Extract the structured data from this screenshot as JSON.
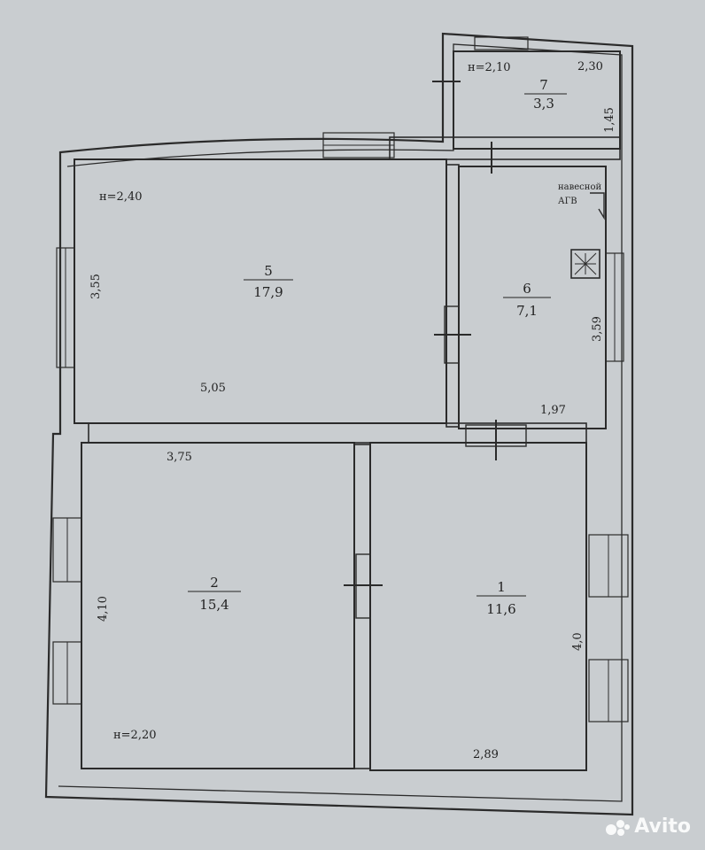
{
  "rooms": [
    {
      "id": "1",
      "area": "11,6"
    },
    {
      "id": "2",
      "area": "15,4"
    },
    {
      "id": "5",
      "area": "17,9"
    },
    {
      "id": "6",
      "area": "7,1"
    },
    {
      "id": "7",
      "area": "3,3"
    }
  ],
  "dimensions": {
    "r7_h": "н=2,10",
    "r7_w": "2,30",
    "r7_d": "1,45",
    "r5_h": "н=2,40",
    "r5_d": "3,55",
    "r5_w": "5,05",
    "r6_d": "3,59",
    "r6_w": "1,97",
    "r2_w": "3,75",
    "r2_d": "4,10",
    "r2_h": "н=2,20",
    "r1_d": "4,0",
    "r1_w": "2,89"
  },
  "fixture": {
    "line1": "навесной",
    "line2": "АГВ"
  },
  "watermark": "Avito"
}
